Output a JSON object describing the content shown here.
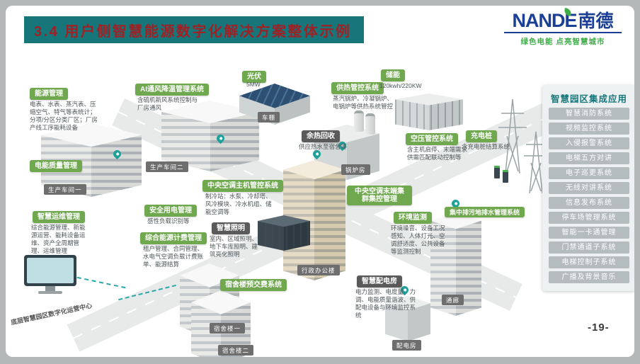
{
  "header": {
    "title": "3.4 用户侧智慧能源数字化解决方案整体示例"
  },
  "logo": {
    "name": "NANDE",
    "name_cn": "南德",
    "tagline": "绿色电能 点亮智慧城市"
  },
  "page_number": "-19-",
  "right_panel": {
    "title": "智慧园区集成应用",
    "items": [
      "智慧消防系统",
      "视频监控系统",
      "入侵报警系统",
      "电梯五方对讲",
      "电子巡更系统",
      "无线对讲系统",
      "信息发布系统",
      "停车场管理系统",
      "智能一卡通管理",
      "门禁通道子系统",
      "电梯控制子系统",
      "广播及背景音乐"
    ]
  },
  "diagram": {
    "operations_center_label": "底层智慧园区数字化运营中心",
    "callouts": [
      {
        "title": "能源管理",
        "type": "green",
        "desc": "电表、水表、蒸汽表、压缩空气、特气等表统计；分项/分区分类厂区；厂房产线工序能耗设备"
      },
      {
        "title": "AI通风降温管理系统",
        "type": "green",
        "desc": "含硫机新风系统控制与厂房通风"
      },
      {
        "title": "光伏",
        "type": "green",
        "desc": "5MW"
      },
      {
        "title": "供热管控系统",
        "type": "green",
        "desc": "蒸汽锅炉、冷凝锅炉、电锅炉等供热系统管控"
      },
      {
        "title": "储能",
        "type": "green",
        "desc": "120kwh/220KW"
      },
      {
        "title": "余热回收",
        "type": "dark",
        "desc": "供应热水至宿舍等"
      },
      {
        "title": "空压管控系统",
        "type": "green",
        "desc": "含主机启停、末端需求供需匹配联动控制等"
      },
      {
        "title": "充电桩",
        "type": "green",
        "desc": "含充电桩结算系统"
      },
      {
        "title": "电能质量管理",
        "type": "green",
        "desc": ""
      },
      {
        "title": "中央空调主机管控系统",
        "type": "green",
        "desc": "制冷站：水泵、冷却塔、风冷模块、冷水机组、储能空调等"
      },
      {
        "title": "中央空调末端集群集控管理",
        "type": "green",
        "desc": ""
      },
      {
        "title": "智慧运维管理",
        "type": "green",
        "desc": "综合能源管理、新能源运营、能耗设备运维、资产全周期管理、运维管理"
      },
      {
        "title": "安全用电管理",
        "type": "green",
        "desc": "感性负载识别等"
      },
      {
        "title": "综合能源计费管理",
        "type": "green",
        "desc": "租户管理、合同管理、水电气空调负载计费账单、能源结算"
      },
      {
        "title": "智慧照明",
        "type": "dark",
        "desc": "室内、区域照明、地下车库照明、建筑亮化照明"
      },
      {
        "title": "环境监测",
        "type": "green",
        "desc": "环境噪音、设备工况感知、人体灯光、空调舒适度、公共设备等监测控制"
      },
      {
        "title": "集中排污地排水管理系统",
        "type": "green",
        "desc": ""
      },
      {
        "title": "智慧配电房",
        "type": "dark",
        "desc": "电力监测、电度量、力调、电能质量谐波、供配电设备与环境监控系统"
      },
      {
        "title": "宿舍楼预交费系统",
        "type": "green",
        "desc": ""
      }
    ],
    "building_labels": [
      "生产车间一",
      "生产车间二",
      "车棚",
      "锅炉房",
      "行政办公楼",
      "宿舍楼一",
      "宿舍楼二",
      "通廊",
      "配电房"
    ]
  },
  "colors": {
    "accent_teal": "#17767a",
    "title_red": "#9e2125",
    "green_label": "#6fa84e",
    "dark_label": "#5a5a5a",
    "building_tag_gray": "#6e6e6e",
    "logo_blue": "#1b3f97",
    "tagline_green": "#3fae49",
    "panel_item_gray": "#b4bcbe"
  }
}
